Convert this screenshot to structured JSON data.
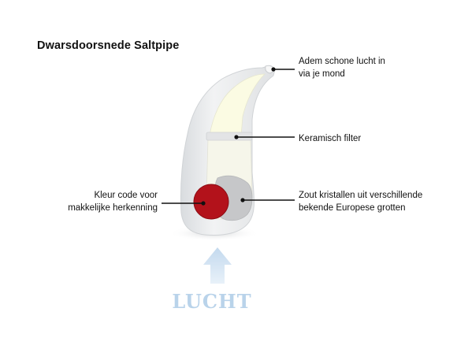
{
  "title": "Dwarsdoorsnede Saltpipe",
  "labels": {
    "air_in": [
      "Adem schone lucht in",
      "via je mond"
    ],
    "filter": "Keramisch filter",
    "salt": [
      "Zout kristallen uit verschillende",
      "bekende Europese grotten"
    ],
    "color_code": [
      "Kleur code voor",
      "makkelijke herkenning"
    ]
  },
  "airflow_label": "LUCHT",
  "colors": {
    "pipe_body": "#eceef0",
    "pipe_inner": "#fbfbe6",
    "salt": "#c9c9c9",
    "color_code_dot": "#b3121b",
    "arrow": "#c6dbee",
    "text": "#111111"
  }
}
